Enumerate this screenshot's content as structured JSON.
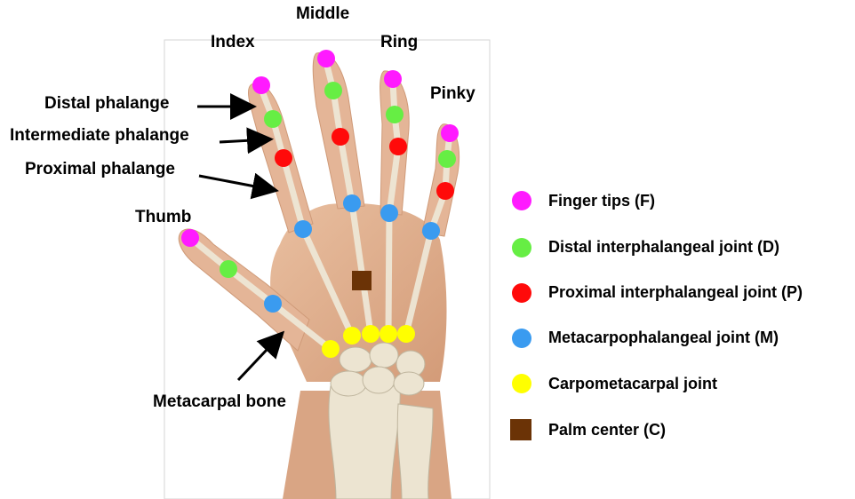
{
  "finger_labels": {
    "index": "Index",
    "middle": "Middle",
    "ring": "Ring",
    "pinky": "Pinky",
    "thumb": "Thumb"
  },
  "bone_labels": {
    "distal": "Distal phalange",
    "intermediate": "Intermediate phalange",
    "proximal": "Proximal phalange",
    "metacarpal": "Metacarpal bone"
  },
  "legend": [
    {
      "key": "F",
      "label": "Finger tips (F)",
      "color": "#ff1aff",
      "shape": "circle"
    },
    {
      "key": "D",
      "label": "Distal interphalangeal joint (D)",
      "color": "#66ee44",
      "shape": "circle"
    },
    {
      "key": "P",
      "label": "Proximal interphalangeal joint (P)",
      "color": "#ff0a0a",
      "shape": "circle"
    },
    {
      "key": "M",
      "label": "Metacarpophalangeal joint (M)",
      "color": "#3a9bf0",
      "shape": "circle"
    },
    {
      "key": "CMC",
      "label": "Carpometacarpal joint",
      "color": "#ffff00",
      "shape": "circle"
    },
    {
      "key": "C",
      "label": "Palm center (C)",
      "color": "#6b3306",
      "shape": "square"
    }
  ],
  "colors": {
    "skin": "#e2b08f",
    "skin_dark": "#c98d6a",
    "bone": "#f1ebdc",
    "bone_edge": "#c9c0aa",
    "arrow": "#000000"
  }
}
